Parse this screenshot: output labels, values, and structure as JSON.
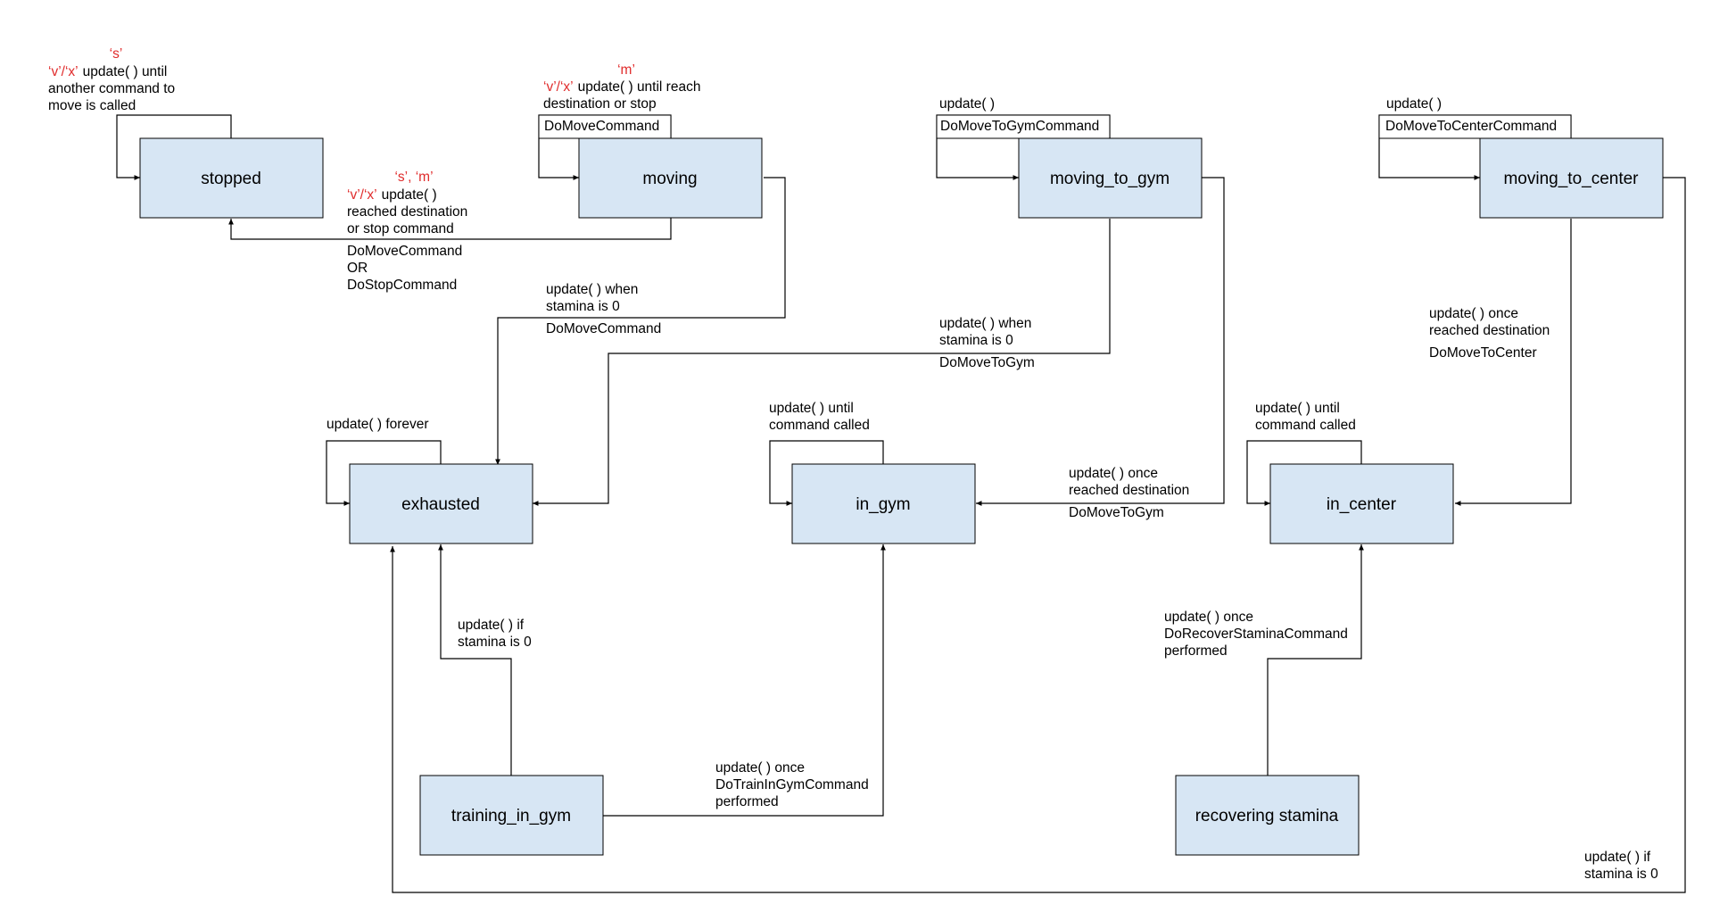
{
  "colors": {
    "state_fill": "#d7e6f4",
    "key_red": "#e02b2b",
    "line": "#000000"
  },
  "states": {
    "stopped": "stopped",
    "moving": "moving",
    "moving_to_gym": "moving_to_gym",
    "moving_to_center": "moving_to_center",
    "exhausted": "exhausted",
    "in_gym": "in_gym",
    "in_center": "in_center",
    "training_in_gym": "training_in_gym",
    "recovering_stamina": "recovering stamina"
  },
  "transitions": {
    "stopped_self": {
      "key": "‘s’",
      "key_inline": "‘v’/‘x’",
      "line1": "update( ) until",
      "line2": "another command to",
      "line3": "move is called"
    },
    "moving_self": {
      "key": "‘m’",
      "key_inline": "‘v’/‘x’",
      "line1": "update( ) until reach",
      "line2": "destination or stop",
      "command": "DoMoveCommand"
    },
    "moving_to_stopped": {
      "key": "‘s’, ‘m’",
      "key_inline": "‘v’/‘x’",
      "line1": "update( )",
      "line2": "reached destination",
      "line3": "or stop command",
      "cmd1": "DoMoveCommand",
      "cmd2": "OR",
      "cmd3": "DoStopCommand"
    },
    "moving_to_exhausted": {
      "line1": "update( ) when",
      "line2": "stamina is 0",
      "command": "DoMoveCommand"
    },
    "gym_self": {
      "line1": "update( )",
      "command": "DoMoveToGymCommand"
    },
    "center_self": {
      "line1": "update( )",
      "command": "DoMoveToCenterCommand"
    },
    "gym_to_exhausted": {
      "line1": "update( ) when",
      "line2": "stamina is 0",
      "command": "DoMoveToGym"
    },
    "center_to_in_center": {
      "line1": "update( ) once",
      "line2": "reached destination",
      "command": "DoMoveToCenter"
    },
    "exhausted_self": {
      "line1": "update( ) forever"
    },
    "in_gym_self": {
      "line1": "update( ) until",
      "line2": "command called"
    },
    "in_center_self": {
      "line1": "update( ) until",
      "line2": "command called"
    },
    "gym_to_in_gym": {
      "line1": "update( ) once",
      "line2": "reached destination",
      "command": "DoMoveToGym"
    },
    "training_to_exhausted": {
      "line1": "update( ) if",
      "line2": "stamina is 0"
    },
    "training_to_in_gym": {
      "line1": "update( ) once",
      "line2": "DoTrainInGymCommand",
      "line3": "performed"
    },
    "recovering_to_in_center": {
      "line1": "update( ) once",
      "line2": "DoRecoverStaminaCommand",
      "line3": "performed"
    },
    "center_to_exhausted": {
      "line1": "update( ) if",
      "line2": "stamina is 0"
    }
  }
}
